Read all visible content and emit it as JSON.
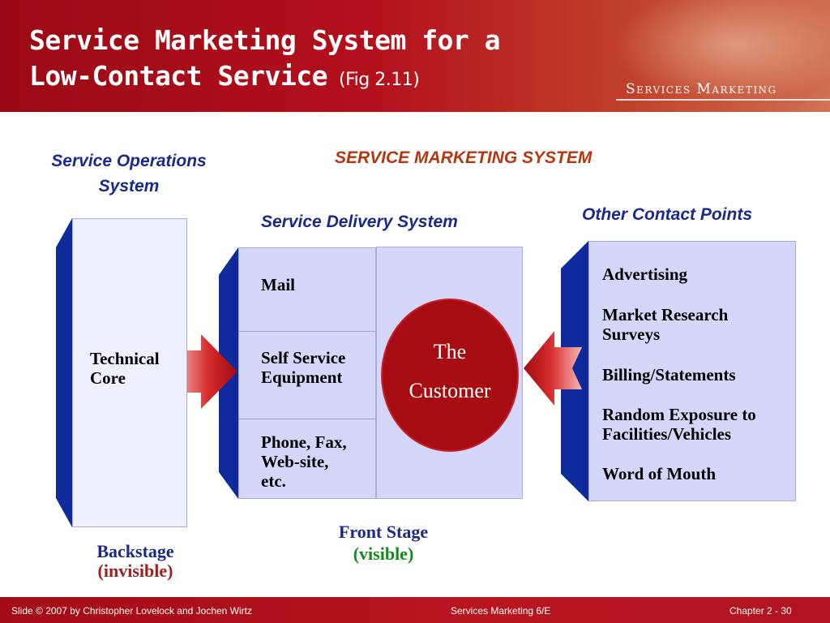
{
  "header": {
    "title_line1": "Service Marketing System for a",
    "title_line2": "Low-Contact Service",
    "title_fig": "(Fig 2.11)",
    "brand": "Services Marketing"
  },
  "diagram": {
    "ops_heading": "Service Operations System",
    "sms_heading": "SERVICE MARKETING SYSTEM",
    "delivery_heading": "Service Delivery System",
    "contact_heading": "Other Contact Points",
    "technical_core": "Technical Core",
    "delivery_items": [
      "Mail",
      "Self Service Equipment",
      "Phone, Fax, Web-site, etc."
    ],
    "customer_line1": "The",
    "customer_line2": "Customer",
    "contact_items": [
      "Advertising",
      "Market Research Surveys",
      "Billing/Statements",
      "Random Exposure to Facilities/Vehicles",
      "Word of Mouth"
    ],
    "backstage_label": "Backstage",
    "backstage_sub": "(invisible)",
    "frontstage_label": "Front Stage",
    "frontstage_sub": "(visible)"
  },
  "footer": {
    "left": "Slide © 2007 by Christopher Lovelock and Jochen Wirtz",
    "middle": "Services Marketing 6/E",
    "right": "Chapter  2 - 30"
  },
  "colors": {
    "header_red": "#b3101c",
    "panel_blue": "#0f2a9c",
    "customer_red": "#a50d12",
    "heading_blue": "#1a2a8a",
    "heading_orange": "#b5370f"
  }
}
